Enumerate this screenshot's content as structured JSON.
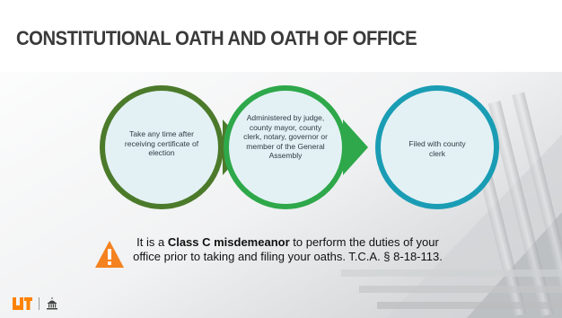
{
  "slide": {
    "title": "CONSTITUTIONAL OATH AND OATH OF OFFICE",
    "steps": [
      {
        "text": "Take any time after receiving certificate of election"
      },
      {
        "text": "Administered by judge, county mayor, county clerk, notary, governor or member of the General Assembly"
      },
      {
        "text": "Filed with county clerk"
      }
    ],
    "notice": {
      "prefix": "It is a ",
      "emphasis": "Class C misdemeanor",
      "suffix": " to perform the duties of your office prior to taking and filing your oaths.  T.C.A. § 8-18-113."
    },
    "colors": {
      "step1_border": "#4c7a2b",
      "step2_border": "#2ea84a",
      "step3_border": "#1a9db4",
      "circle_fill": "#e3f1f4",
      "warning": "#f58220",
      "ut_orange": "#ff8200"
    },
    "icons": [
      "warning-icon",
      "ut-logo",
      "capitol-icon"
    ]
  }
}
